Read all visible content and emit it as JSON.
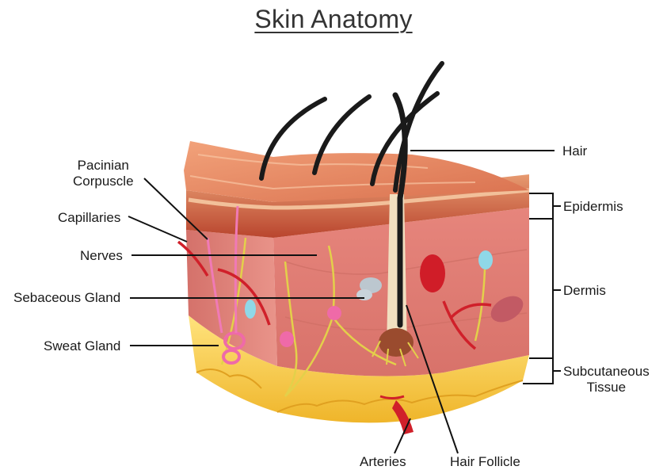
{
  "title": "Skin Anatomy",
  "labels": {
    "pacinian_corpuscle": "Pacinian\nCorpuscle",
    "capillaries": "Capillaries",
    "nerves": "Nerves",
    "sebaceous_gland": "Sebaceous Gland",
    "sweat_gland": "Sweat Gland",
    "hair": "Hair",
    "epidermis": "Epidermis",
    "dermis": "Dermis",
    "subcutaneous_tissue": "Subcutaneous\nTissue",
    "arteries": "Arteries",
    "hair_follicle": "Hair Follicle"
  },
  "colors": {
    "epidermis_top": "#e5825e",
    "dermis": "#e7867a",
    "dermis_dark": "#c85a4e",
    "fat": "#f2c23a",
    "fat_light": "#ffe27a",
    "nerve": "#e3d04a",
    "artery": "#d0202a",
    "hair": "#1a1a1a",
    "leader": "#111111"
  }
}
